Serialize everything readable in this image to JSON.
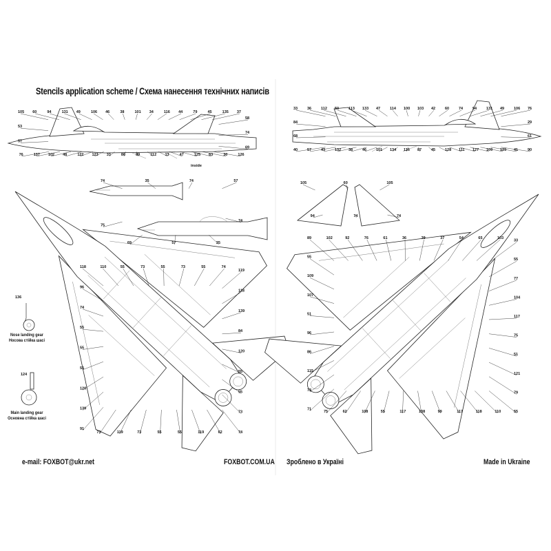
{
  "title": "Stencils application scheme / Схема нанесення технічних написів",
  "footer": {
    "email": "e-mail: FOXBOT@ukr.net",
    "website": "FOXBOT.COM.UA",
    "made_in_ua": "Зроблено в Україні",
    "made_in_en": "Made in Ukraine"
  },
  "landing_gear": {
    "nose": {
      "callout": "136",
      "label_en": "Nose landing gear",
      "label_ua": "Носова стійка шасі"
    },
    "main": {
      "callout": "124",
      "label_en": "Main landing gear",
      "label_ua": "Основна стійка шасі"
    }
  },
  "side_view_left": {
    "inside_label": "inside",
    "callouts": [
      "105",
      "60",
      "94",
      "131",
      "49",
      "106",
      "46",
      "38",
      "101",
      "34",
      "116",
      "44",
      "79",
      "45",
      "135",
      "37",
      "58",
      "74",
      "69",
      "126",
      "30",
      "83",
      "125",
      "47",
      "13",
      "112",
      "89",
      "86",
      "33",
      "123",
      "122",
      "48",
      "102",
      "137",
      "76",
      "57",
      "53"
    ]
  },
  "side_view_right": {
    "callouts": [
      "33",
      "36",
      "112",
      "50",
      "113",
      "133",
      "47",
      "114",
      "100",
      "103",
      "42",
      "60",
      "74",
      "94",
      "131",
      "49",
      "106",
      "76",
      "29",
      "61",
      "90",
      "41",
      "129",
      "109",
      "127",
      "111",
      "128",
      "45",
      "87",
      "116",
      "134",
      "101",
      "46",
      "38",
      "132",
      "43",
      "57",
      "40",
      "68",
      "84"
    ]
  },
  "nacelle_details": {
    "callouts": [
      "74",
      "35",
      "74",
      "57",
      "74",
      "35",
      "57",
      "69",
      "75"
    ]
  },
  "fins_detail": {
    "callouts": [
      "105",
      "60",
      "105",
      "74",
      "74",
      "94"
    ]
  },
  "planform_left": {
    "callouts": [
      "118",
      "110",
      "55",
      "73",
      "55",
      "73",
      "55",
      "74",
      "119",
      "118",
      "139",
      "84",
      "120",
      "55",
      "55",
      "73",
      "74",
      "62",
      "119",
      "55",
      "55",
      "73",
      "119",
      "73",
      "91",
      "139",
      "120",
      "55",
      "55",
      "55",
      "74",
      "96"
    ]
  },
  "planform_right": {
    "callouts": [
      "89",
      "102",
      "92",
      "76",
      "61",
      "36",
      "39",
      "37",
      "54",
      "65",
      "103",
      "33",
      "55",
      "77",
      "104",
      "117",
      "75",
      "51",
      "121",
      "79",
      "55",
      "110",
      "118",
      "117",
      "99",
      "138",
      "117",
      "55",
      "108",
      "62",
      "75",
      "71",
      "73",
      "115",
      "86",
      "96",
      "51",
      "107",
      "109",
      "55"
    ]
  }
}
